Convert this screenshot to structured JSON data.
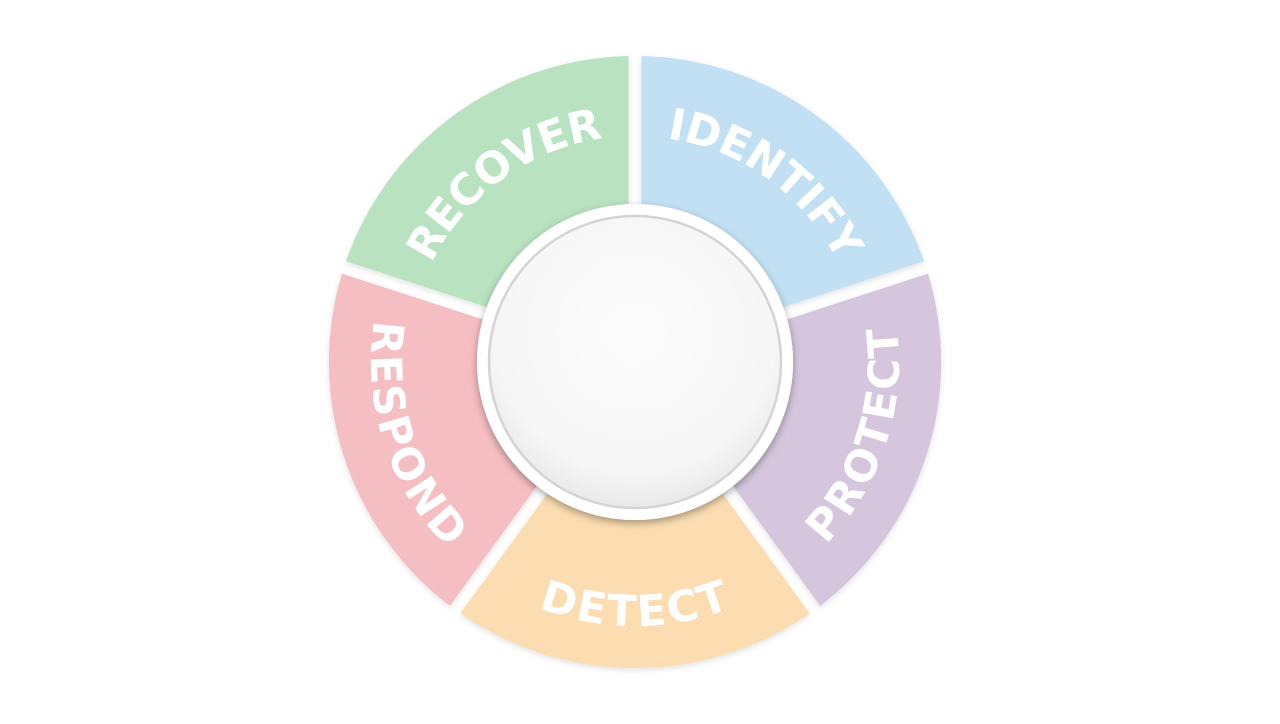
{
  "diagram": {
    "segments": [
      {
        "id": "identify",
        "label": "IDENTIFY",
        "color": "#c2e0f3"
      },
      {
        "id": "protect",
        "label": "PROTECT",
        "color": "#d5c6dd"
      },
      {
        "id": "detect",
        "label": "DETECT",
        "color": "#fbddb1"
      },
      {
        "id": "respond",
        "label": "RESPOND",
        "color": "#f5bec2"
      },
      {
        "id": "recover",
        "label": "RECOVER",
        "color": "#b9e2c1"
      }
    ],
    "center_color": "#fafafa"
  }
}
